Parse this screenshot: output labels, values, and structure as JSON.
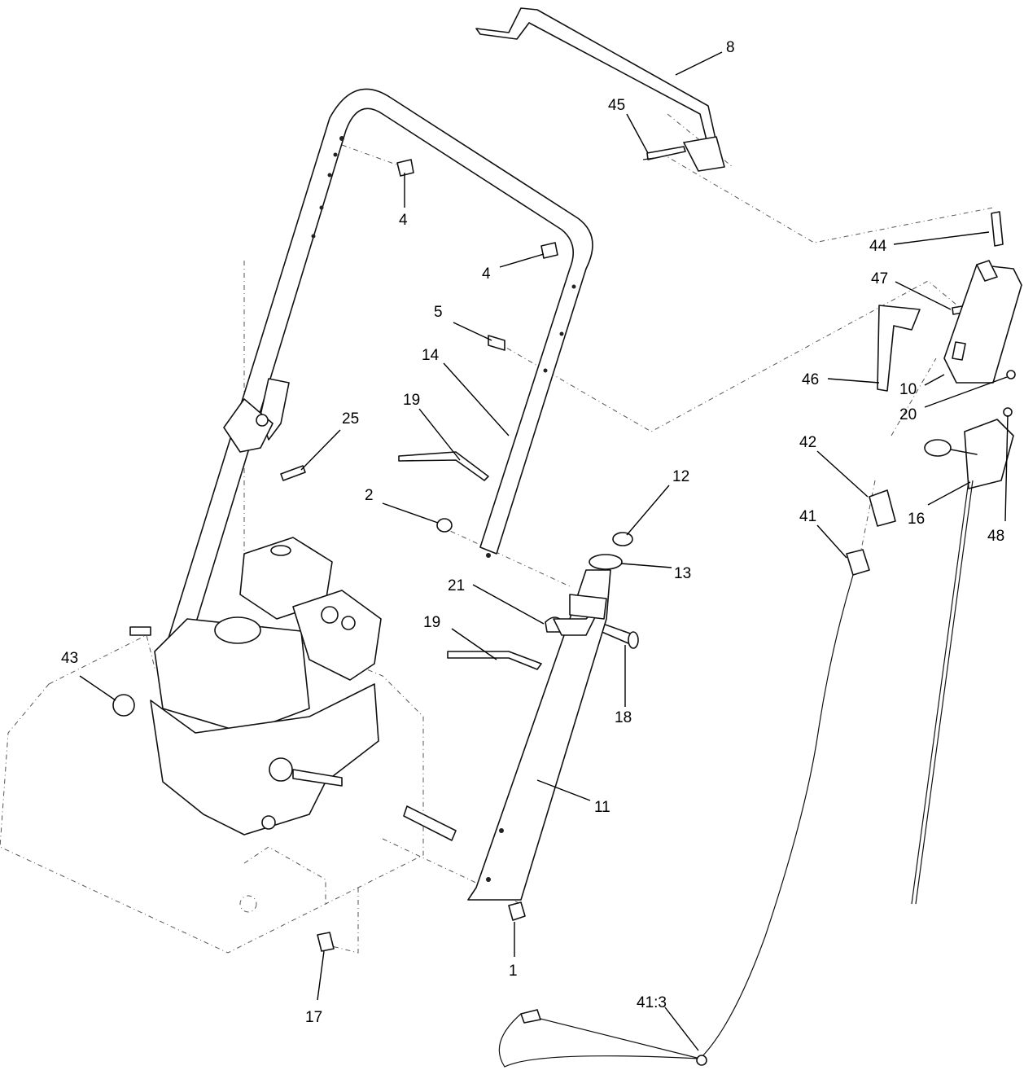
{
  "diagram": {
    "callouts": [
      {
        "id": "c8",
        "text": "8"
      },
      {
        "id": "c45",
        "text": "45"
      },
      {
        "id": "c4a",
        "text": "4"
      },
      {
        "id": "c4b",
        "text": "4"
      },
      {
        "id": "c44",
        "text": "44"
      },
      {
        "id": "c47",
        "text": "47"
      },
      {
        "id": "c5",
        "text": "5"
      },
      {
        "id": "c14",
        "text": "14"
      },
      {
        "id": "c46",
        "text": "46"
      },
      {
        "id": "c10",
        "text": "10"
      },
      {
        "id": "c20",
        "text": "20"
      },
      {
        "id": "c19a",
        "text": "19"
      },
      {
        "id": "c25",
        "text": "25"
      },
      {
        "id": "c42",
        "text": "42"
      },
      {
        "id": "c12",
        "text": "12"
      },
      {
        "id": "c2",
        "text": "2"
      },
      {
        "id": "c41",
        "text": "41"
      },
      {
        "id": "c16",
        "text": "16"
      },
      {
        "id": "c48",
        "text": "48"
      },
      {
        "id": "c13",
        "text": "13"
      },
      {
        "id": "c21",
        "text": "21"
      },
      {
        "id": "c19b",
        "text": "19"
      },
      {
        "id": "c43",
        "text": "43"
      },
      {
        "id": "c18",
        "text": "18"
      },
      {
        "id": "c11",
        "text": "11"
      },
      {
        "id": "c1",
        "text": "1"
      },
      {
        "id": "c17",
        "text": "17"
      },
      {
        "id": "c413",
        "text": "41:3"
      }
    ]
  }
}
